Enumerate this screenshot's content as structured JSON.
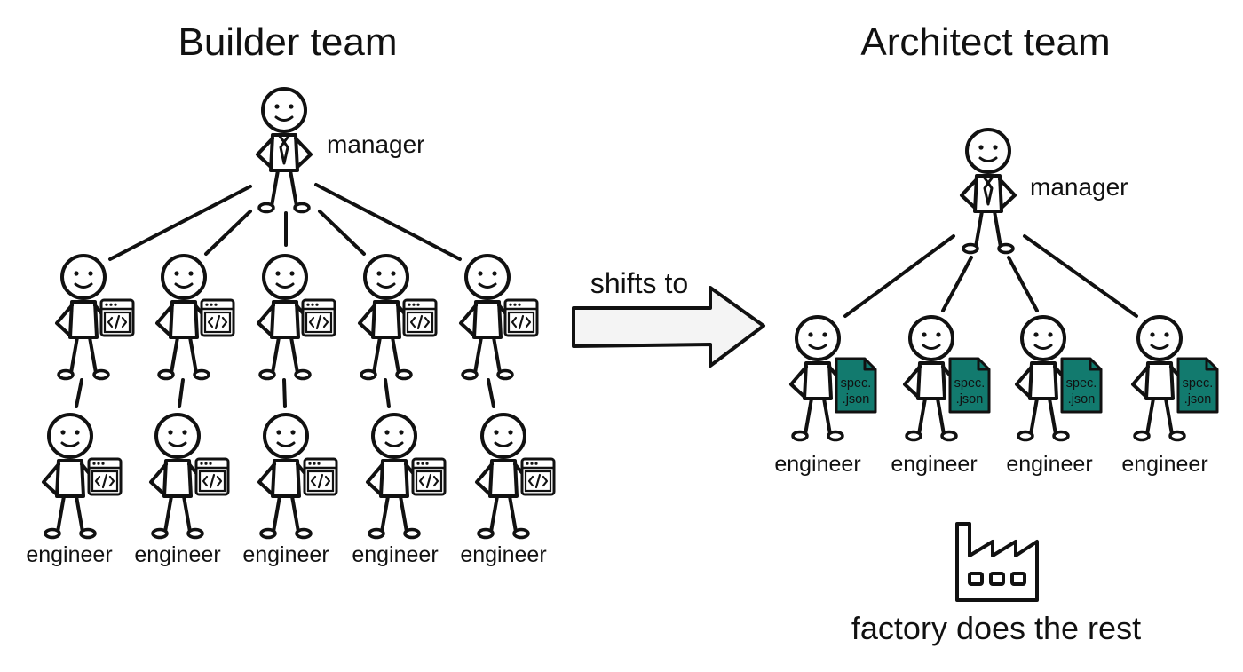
{
  "builder_team": {
    "title": "Builder team",
    "manager_label": "manager",
    "engineer_label": "engineer",
    "engineer_icon": "code-window-icon"
  },
  "transition": {
    "label": "shifts to",
    "icon": "arrow-right-icon"
  },
  "architect_team": {
    "title": "Architect team",
    "manager_label": "manager",
    "engineer_label": "engineer",
    "engineer_icon": "spec-file-icon",
    "spec_file_line1": "spec.",
    "spec_file_line2": ".json",
    "spec_color": "#127a6e"
  },
  "factory": {
    "icon": "factory-icon",
    "label": "factory does the rest"
  }
}
